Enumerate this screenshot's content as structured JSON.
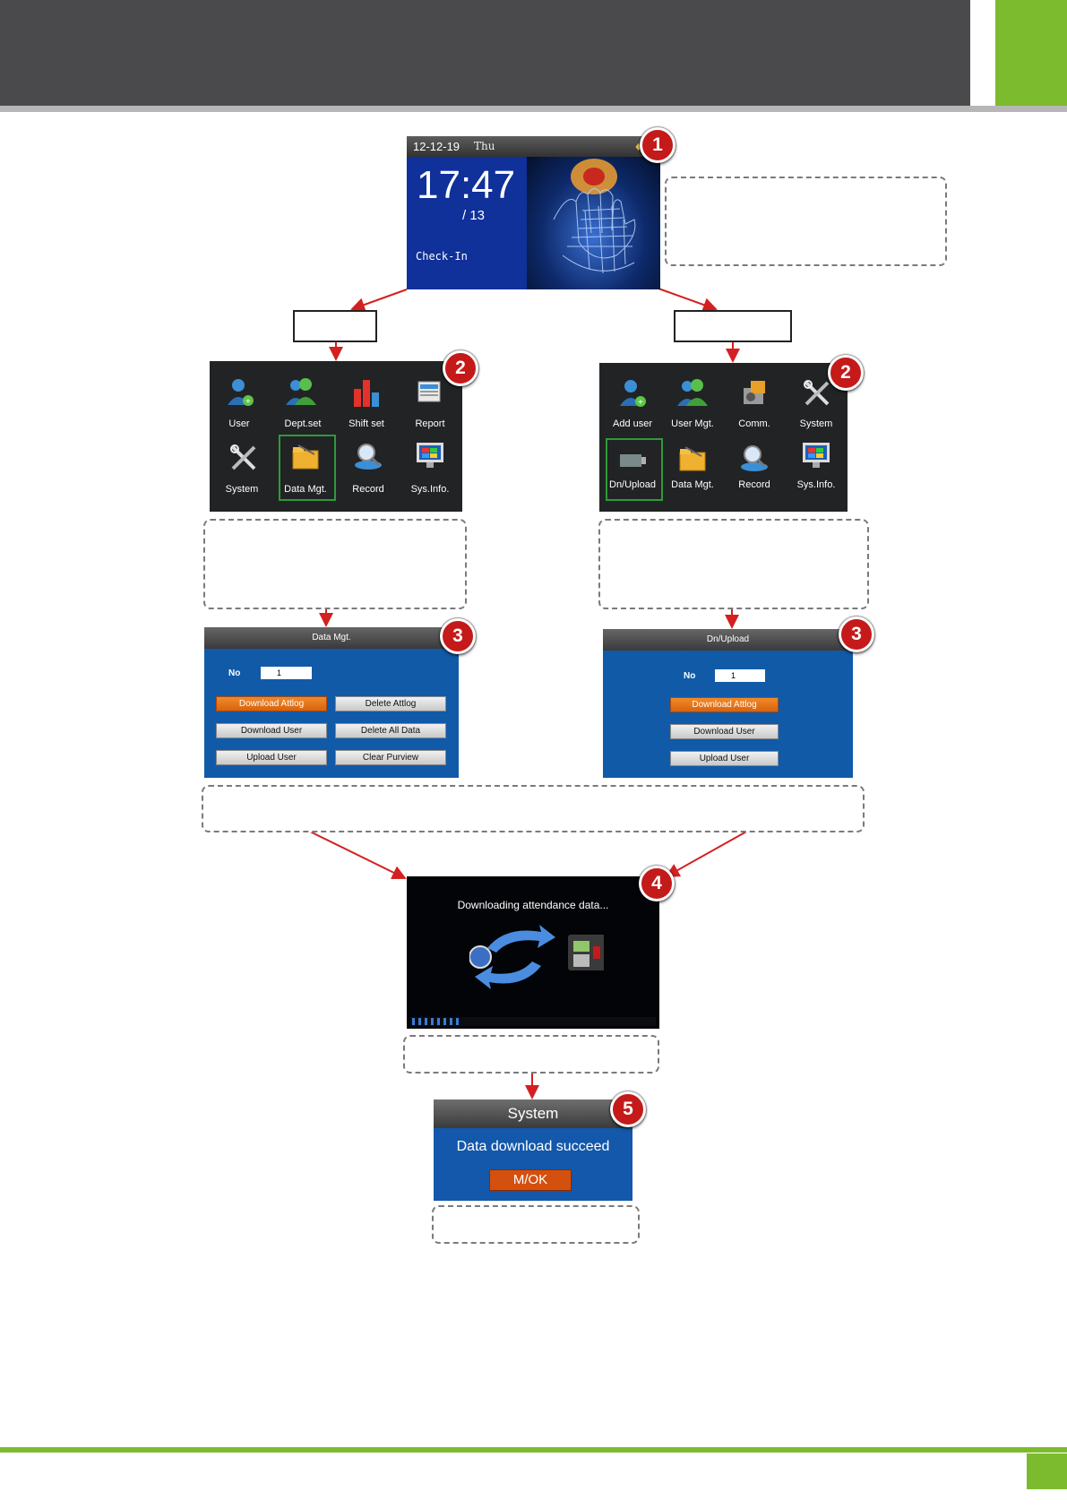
{
  "home_screen": {
    "date": "12-12-19",
    "day": "Thu",
    "time": "17:47",
    "subline": "/ 13",
    "status": "Check-In"
  },
  "menu_a": {
    "items": [
      {
        "label": "User",
        "icon": "user-icon"
      },
      {
        "label": "Dept.set",
        "icon": "users-icon"
      },
      {
        "label": "Shift set",
        "icon": "bar-chart-icon"
      },
      {
        "label": "Report",
        "icon": "printer-icon"
      },
      {
        "label": "System",
        "icon": "tools-icon"
      },
      {
        "label": "Data Mgt.",
        "icon": "folder-icon"
      },
      {
        "label": "Record",
        "icon": "magnifier-icon"
      },
      {
        "label": "Sys.Info.",
        "icon": "monitor-icon"
      }
    ]
  },
  "menu_b": {
    "items": [
      {
        "label": "Add user",
        "icon": "add-user-icon"
      },
      {
        "label": "User Mgt.",
        "icon": "users-icon"
      },
      {
        "label": "Comm.",
        "icon": "comm-icon"
      },
      {
        "label": "System",
        "icon": "tools-icon"
      },
      {
        "label": "Dn/Upload",
        "icon": "usb-drive-icon"
      },
      {
        "label": "Data Mgt.",
        "icon": "folder-icon"
      },
      {
        "label": "Record",
        "icon": "magnifier-icon"
      },
      {
        "label": "Sys.Info.",
        "icon": "monitor-icon"
      }
    ]
  },
  "data_mgt": {
    "title": "Data Mgt.",
    "no_label": "No",
    "no_value": "1",
    "buttons": [
      "Download Attlog",
      "Delete Attlog",
      "Download User",
      "Delete All Data",
      "Upload User",
      "Clear Purview"
    ]
  },
  "dn_upload": {
    "title": "Dn/Upload",
    "no_label": "No",
    "no_value": "1",
    "buttons": [
      "Download Attlog",
      "Download User",
      "Upload User"
    ]
  },
  "progress": {
    "message": "Downloading attendance data..."
  },
  "dialog": {
    "title": "System",
    "message": "Data download succeed",
    "ok": "M/OK"
  },
  "badges": [
    "1",
    "2",
    "2",
    "3",
    "3",
    "4",
    "5"
  ],
  "colors": {
    "header": "#4a4a4c",
    "accent_green": "#7dbb2e",
    "arrow": "#d42020",
    "screen_blue": "#115aa8"
  }
}
